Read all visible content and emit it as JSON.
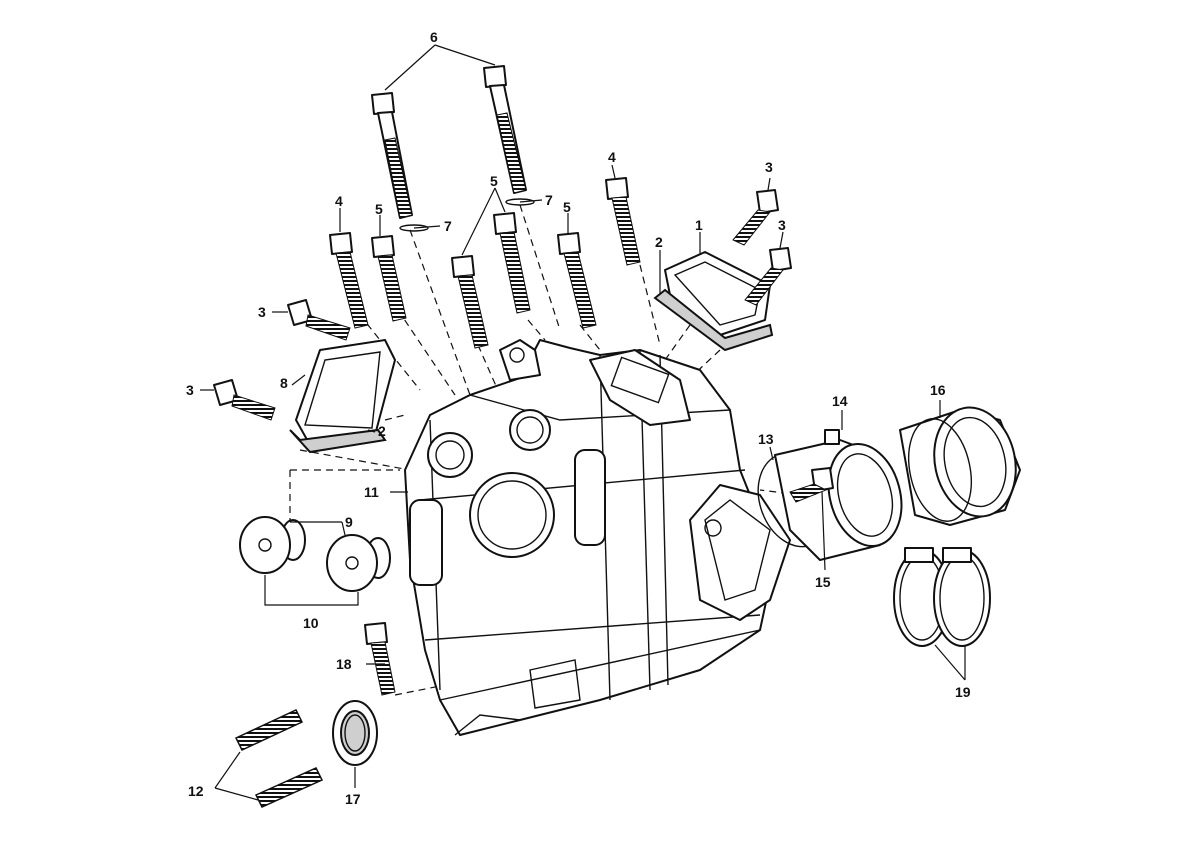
{
  "callouts": {
    "c1": "1",
    "c2a": "2",
    "c2b": "2",
    "c3a": "3",
    "c3b": "3",
    "c3c": "3",
    "c3d": "3",
    "c4a": "4",
    "c4b": "4",
    "c5a": "5",
    "c5b": "5",
    "c5c": "5",
    "c6": "6",
    "c7a": "7",
    "c7b": "7",
    "c8": "8",
    "c9": "9",
    "c10": "10",
    "c11": "11",
    "c12": "12",
    "c13": "13",
    "c14": "14",
    "c15": "15",
    "c16": "16",
    "c17": "17",
    "c18": "18",
    "c19": "19"
  },
  "colors": {
    "line": "#111111",
    "background": "#ffffff",
    "shade": "#cfcfcf"
  }
}
